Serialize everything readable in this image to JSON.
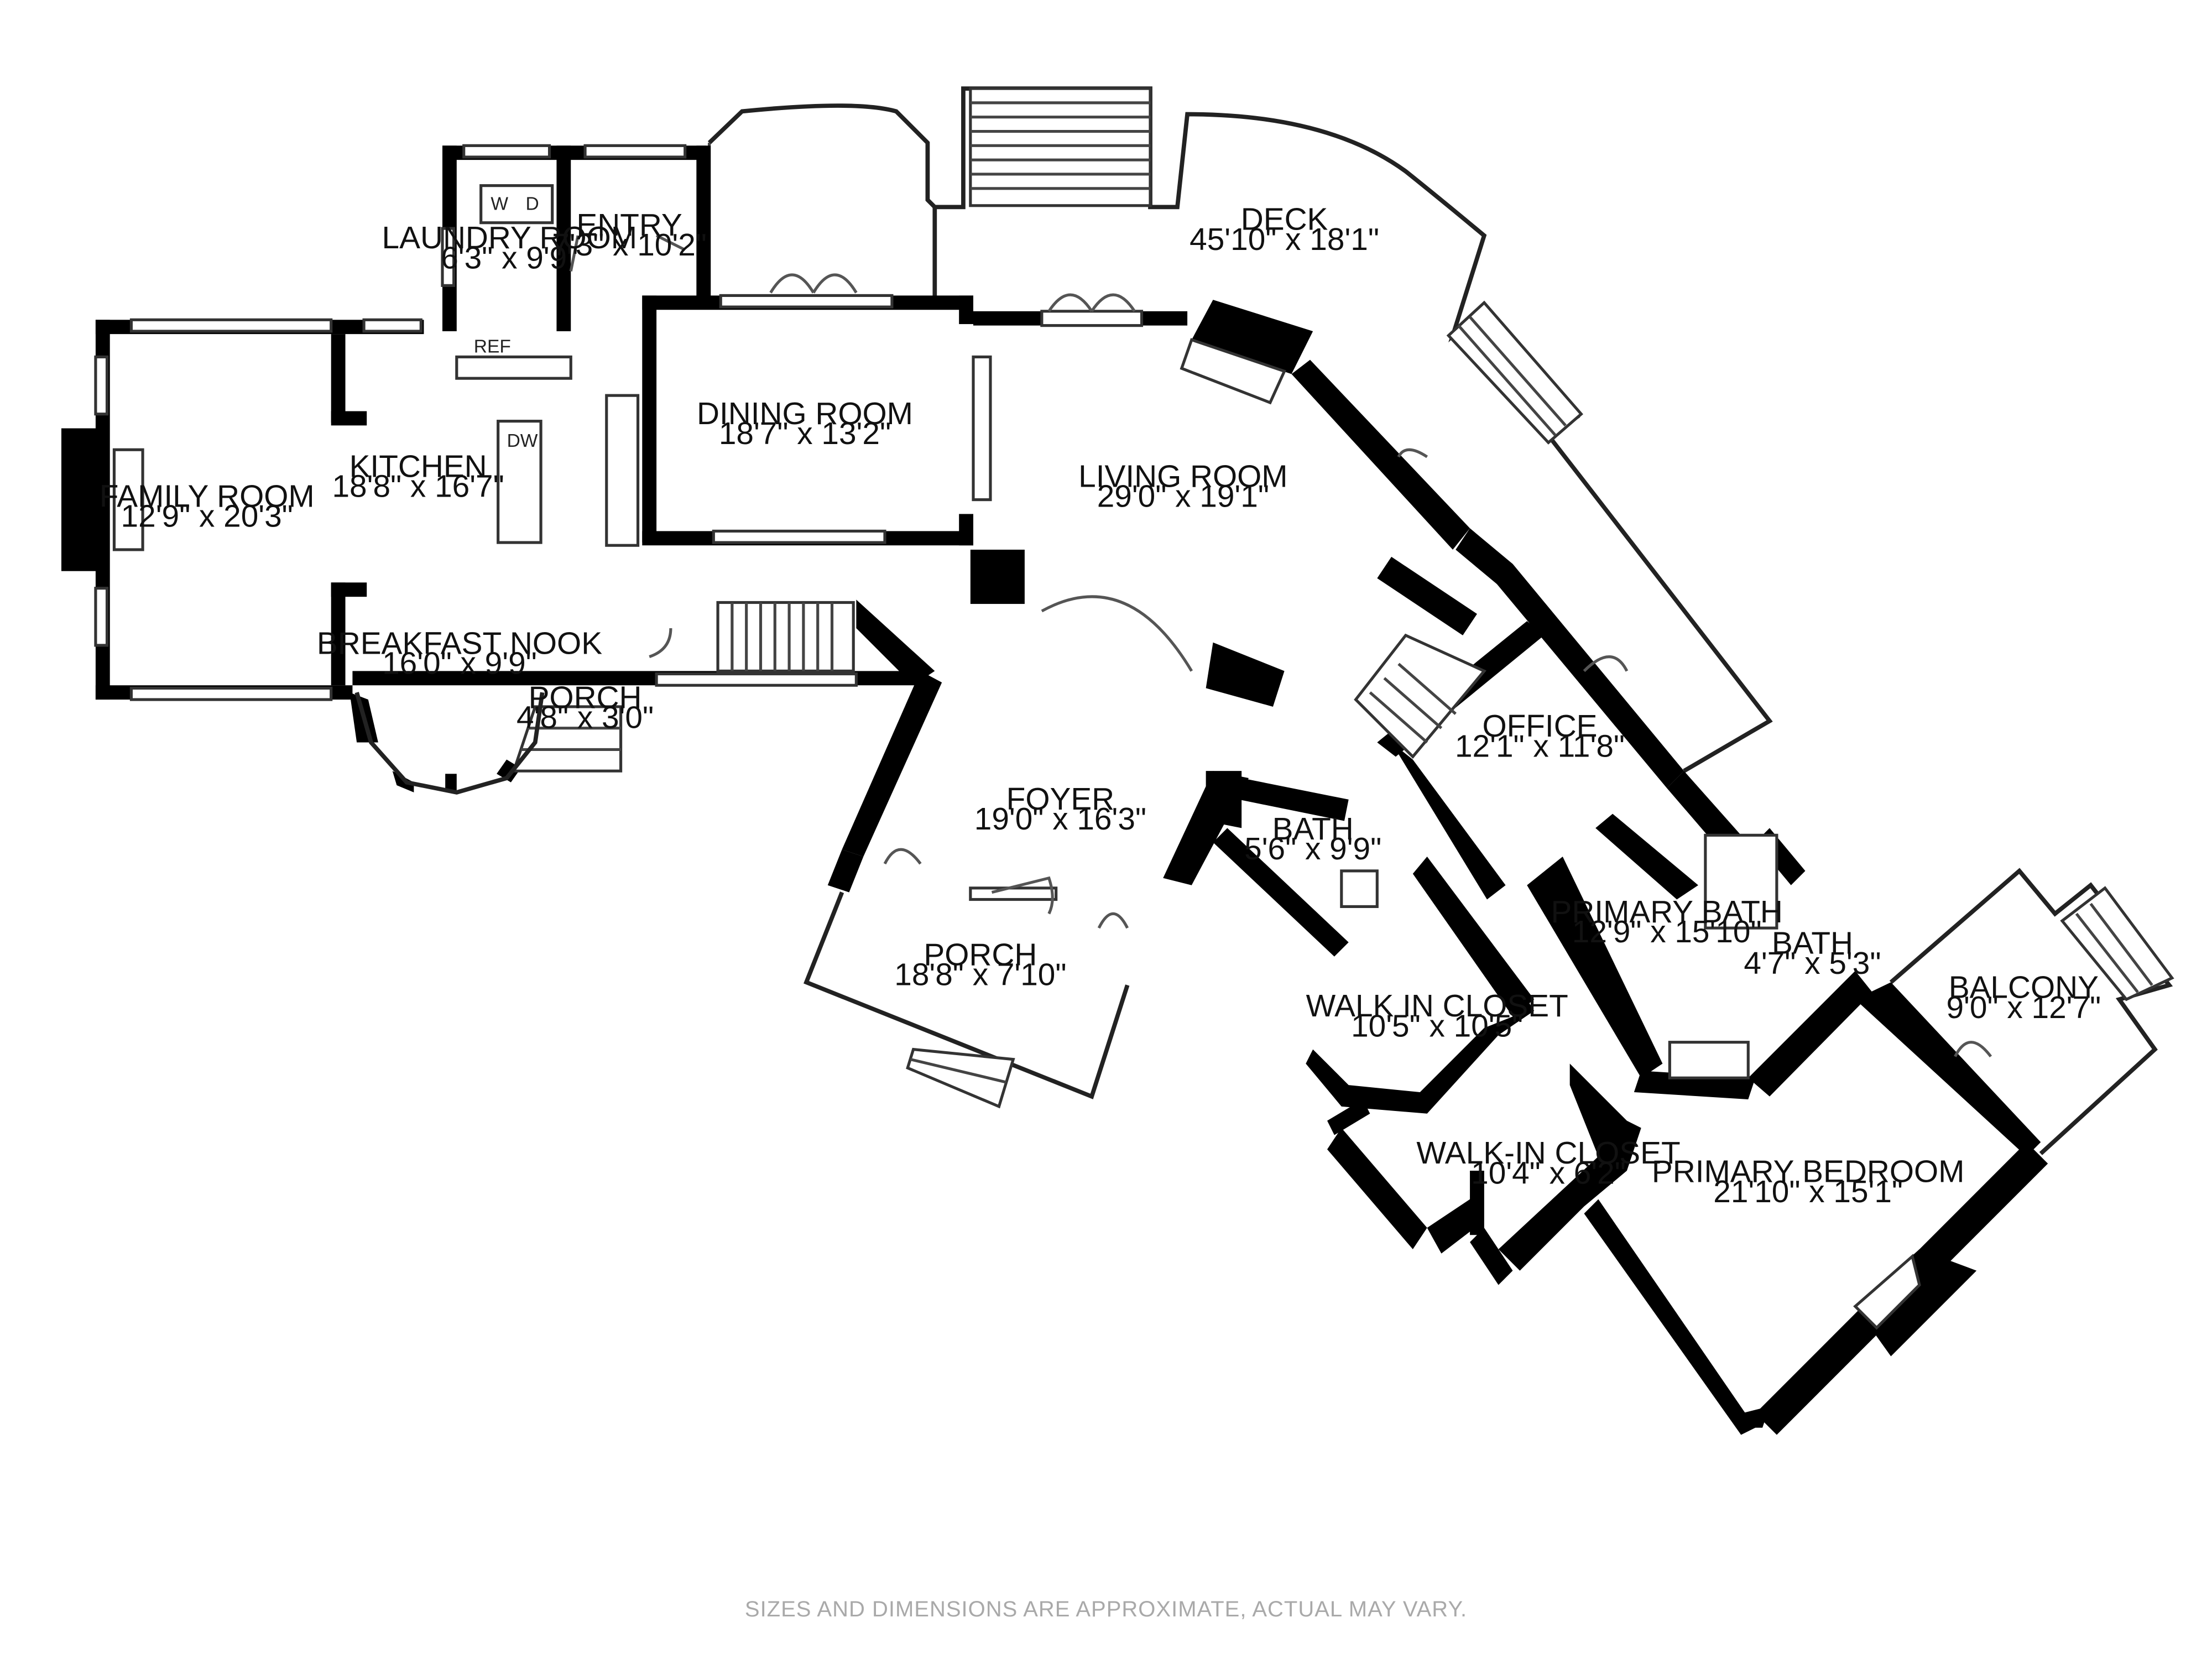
{
  "rooms": {
    "family_room": {
      "name": "FAMILY ROOM",
      "dims": "12'9\" x 20'3\""
    },
    "kitchen": {
      "name": "KITCHEN",
      "dims": "18'8\" x 16'7\""
    },
    "laundry_room": {
      "name": "LAUNDRY ROOM",
      "dims": "6'3\" x 9'9\""
    },
    "entry": {
      "name": "ENTRY",
      "dims": "7'3\" x 10'2\""
    },
    "dining_room": {
      "name": "DINING ROOM",
      "dims": "18'7\" x 13'2\""
    },
    "deck": {
      "name": "DECK",
      "dims": "45'10\" x 18'1\""
    },
    "living_room": {
      "name": "LIVING ROOM",
      "dims": "29'0\" x 19'1\""
    },
    "breakfast_nook": {
      "name": "BREAKFAST NOOK",
      "dims": "16'0\" x 9'9\""
    },
    "porch_small": {
      "name": "PORCH",
      "dims": "4'8\" x 3'0\""
    },
    "foyer": {
      "name": "FOYER",
      "dims": "19'0\" x 16'3\""
    },
    "porch": {
      "name": "PORCH",
      "dims": "18'8\" x 7'10\""
    },
    "office": {
      "name": "OFFICE",
      "dims": "12'1\" x 11'8\""
    },
    "bath": {
      "name": "BATH",
      "dims": "5'6\" x 9'9\""
    },
    "primary_bath": {
      "name": "PRIMARY BATH",
      "dims": "12'9\" x 15'10\""
    },
    "bath_small": {
      "name": "BATH",
      "dims": "4'7\" x 5'3\""
    },
    "balcony": {
      "name": "BALCONY",
      "dims": "9'0\" x 12'7\""
    },
    "walk_in_closet": {
      "name": "WALK IN CLOSET",
      "dims": "10'5\" x 10'5\""
    },
    "walk_in_closet_2": {
      "name": "WALK-IN CLOSET",
      "dims": "10'4\" x 6'2\""
    },
    "primary_bedroom": {
      "name": "PRIMARY BEDROOM",
      "dims": "21'10\" x 15'1\""
    }
  },
  "appliances": {
    "washer": "W",
    "dryer": "D",
    "fridge": "REF",
    "dishwasher": "DW"
  },
  "disclaimer": "SIZES AND DIMENSIONS ARE APPROXIMATE, ACTUAL MAY VARY."
}
